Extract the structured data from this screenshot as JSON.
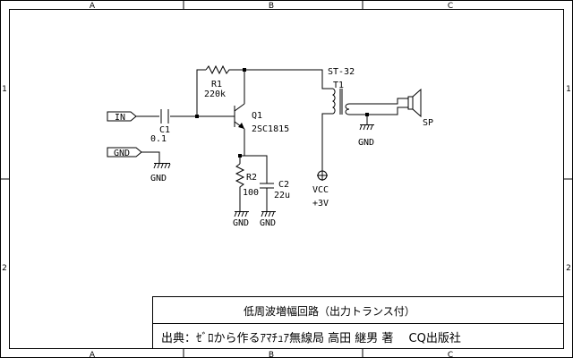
{
  "frame": {
    "columns": [
      "A",
      "B",
      "C"
    ],
    "rows": [
      "1",
      "2"
    ]
  },
  "ports": {
    "in": "IN",
    "gnd": "GND"
  },
  "components": {
    "r1": {
      "ref": "R1",
      "value": "220k"
    },
    "r2": {
      "ref": "R2",
      "value": "100"
    },
    "c1": {
      "ref": "C1",
      "value": "0.1"
    },
    "c2": {
      "ref": "C2",
      "value": "22u"
    },
    "q1": {
      "ref": "Q1",
      "part": "2SC1815"
    },
    "t1": {
      "ref": "T1",
      "part": "ST-32"
    },
    "speaker": {
      "ref": "SP"
    }
  },
  "power": {
    "vcc_name": "VCC",
    "vcc_value": "+3V"
  },
  "ground_labels": {
    "input": "GND",
    "r2": "GND",
    "c2": "GND",
    "transformer": "GND"
  },
  "title_block": {
    "title": "低周波増幅回路（出力トランス付）",
    "source": "出典：ｾﾞﾛから作るｱﾏﾁｭｱ無線局 高田 継男 著　 CQ出版社"
  }
}
